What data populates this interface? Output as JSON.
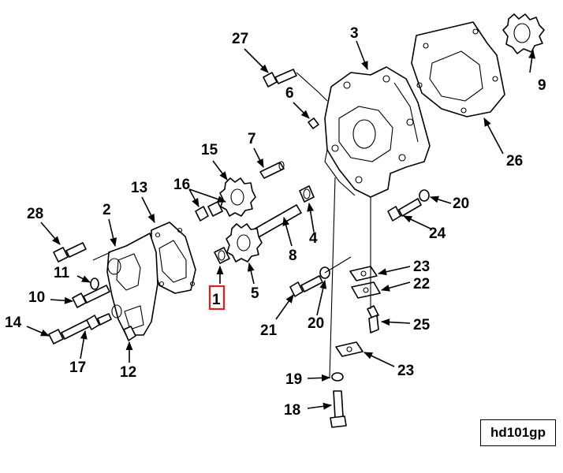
{
  "reference_code": "hd101gp",
  "highlight_color": "#e02020",
  "callouts": {
    "c1": "1",
    "c2": "2",
    "c3": "3",
    "c4": "4",
    "c5": "5",
    "c6": "6",
    "c7": "7",
    "c8": "8",
    "c9": "9",
    "c10": "10",
    "c11": "11",
    "c12": "12",
    "c13": "13",
    "c14": "14",
    "c15": "15",
    "c16": "16",
    "c17": "17",
    "c18": "18",
    "c19": "19",
    "c20a": "20",
    "c20b": "20",
    "c21": "21",
    "c22": "22",
    "c23a": "23",
    "c23b": "23",
    "c24": "24",
    "c25": "25",
    "c26": "26",
    "c27": "27",
    "c28": "28"
  }
}
